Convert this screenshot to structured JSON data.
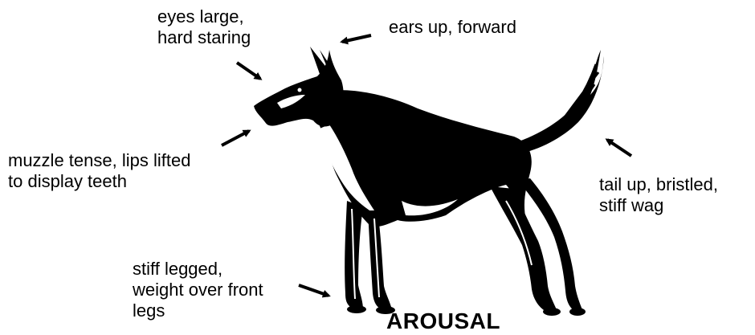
{
  "annotations": {
    "eyes": [
      "eyes large,",
      "hard staring"
    ],
    "ears": [
      "ears up, forward"
    ],
    "muzzle": [
      "muzzle tense, lips lifted",
      "to display teeth"
    ],
    "tail": [
      "tail up, bristled,",
      "stiff wag"
    ],
    "legs": [
      "stiff legged,",
      "weight over front",
      "legs"
    ]
  },
  "title": "AROUSAL",
  "icons": {
    "figure": "dog-silhouette-icon",
    "arrow": "arrow-icon"
  }
}
